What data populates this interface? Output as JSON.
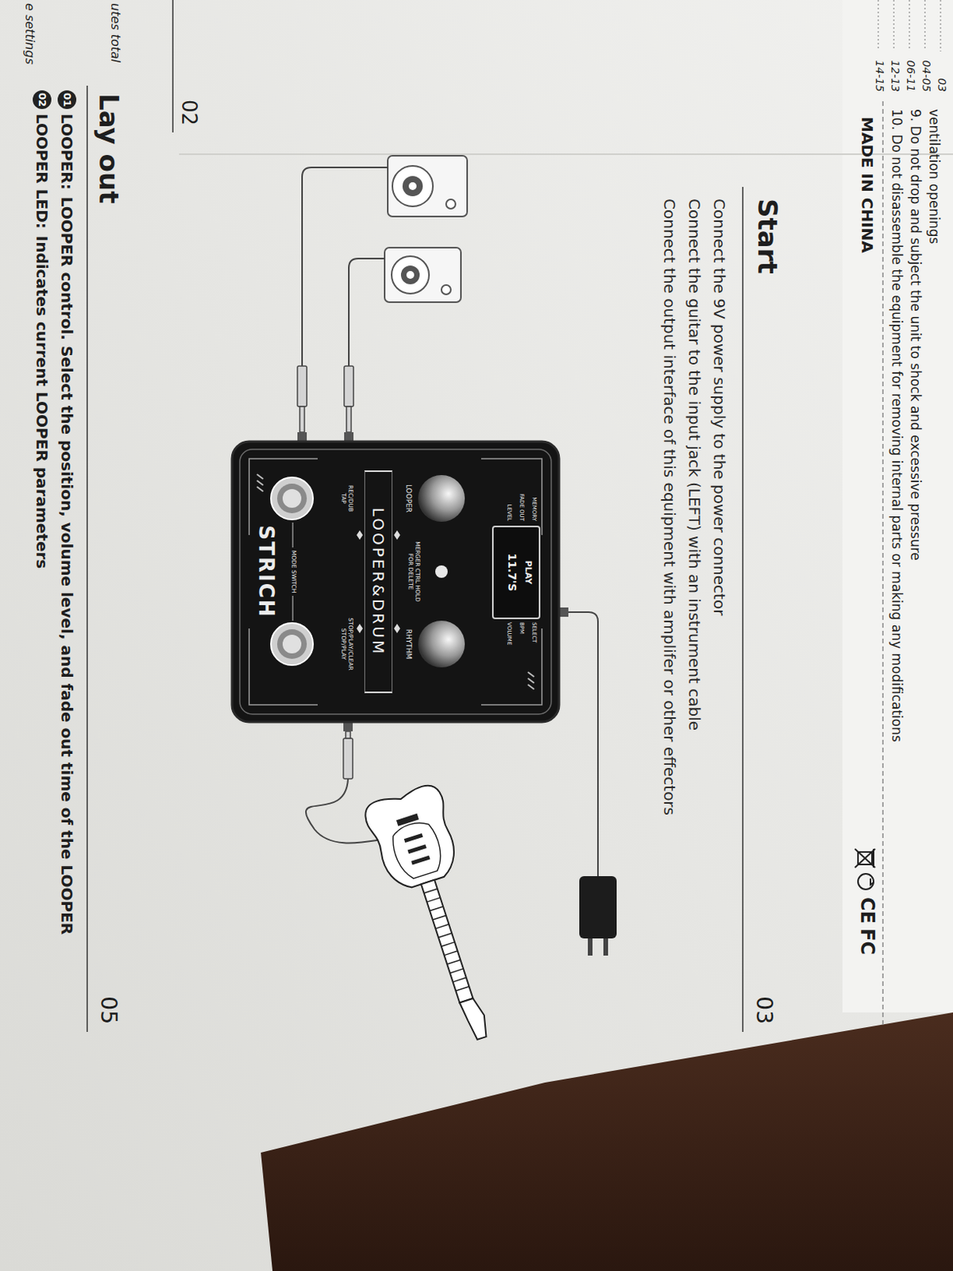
{
  "diagram": {
    "title": "Start",
    "nodes": [
      {
        "text": [
          "MEMORY",
          "FADE OUT",
          "LEVEL",
          "SELECT",
          "BPM",
          "VOLUME",
          "LOOPER",
          "MERGER CTRL HOLD FOR DELETE",
          "RHYTHM",
          "REC/DUB TAP",
          "STOP/PLAY/CLEAR STOP/PLAY",
          "MODE SWITCH",
          "STRICH"
        ]
      },
      {
        "text": [
          "PLAY",
          "11.7'S"
        ],
        "in": 0
      },
      {
        "text": [
          "LOOPER&DRUM"
        ],
        "in": 0
      },
      {
        "text": [
          "01"
        ]
      },
      {
        "text": [
          "02"
        ]
      }
    ],
    "labels": [
      "ventilation openings",
      "9. Do not drop and subject the unit to shock and excessive pressure",
      "10. Do not disassemble the equipment for removing internal parts or making any modifications",
      "MADE IN CHINA",
      "CE",
      "FC",
      "03",
      "04-05",
      "06-11",
      "12-13",
      "14-15",
      "utes total",
      "e settings",
      "02",
      "03",
      "Connect the 9V power supply to the power connector",
      "Connect the guitar to the input jack (LEFT) with an instrument cable",
      "Connect the output interface of this equipment with amplifer or other effectors",
      "Lay out",
      "05",
      "LOOPER:",
      "LOOPER control. Select the position, volume level, and fade out time of the LOOPER",
      "LOOPER LED:",
      "Indicates current LOOPER parameters"
    ]
  }
}
